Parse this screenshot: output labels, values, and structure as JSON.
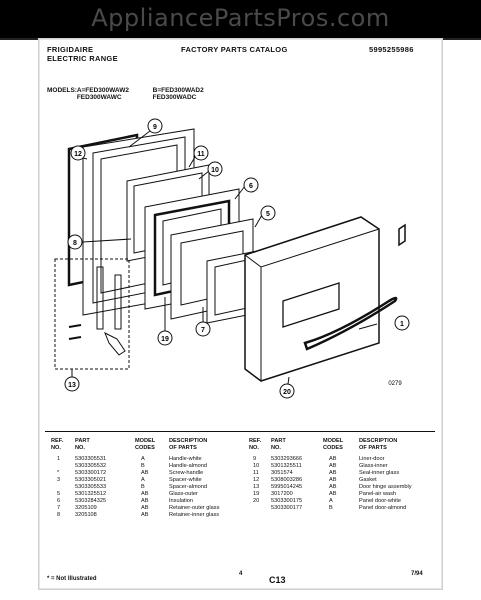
{
  "banner": {
    "text": "AppliancePartsPros.com"
  },
  "header": {
    "brand_line1": "FRIGIDAIRE",
    "brand_line2": "ELECTRIC RANGE",
    "catalog_title": "FACTORY PARTS CATALOG",
    "catalog_number": "5995255986"
  },
  "models": {
    "label": "MODELS:",
    "a1": "A=FED300WAW2",
    "b1": "B=FED300WAD2",
    "a2": "FED300WAWC",
    "b2": "FED300WADC"
  },
  "callouts": [
    "9",
    "12",
    "11",
    "10",
    "6",
    "8",
    "5",
    "1",
    "19",
    "7",
    "20",
    "13"
  ],
  "diagram_code": "0279",
  "parts_table": {
    "headers": {
      "ref": "REF.",
      "no": "NO.",
      "part": "PART",
      "partno": "NO.",
      "model": "MODEL",
      "codes": "CODES",
      "desc": "DESCRIPTION",
      "ofparts": "OF PARTS"
    },
    "left": [
      {
        "ref": "1",
        "part": "5303305531",
        "code": "A",
        "desc": "Handle-white"
      },
      {
        "ref": "",
        "part": "5303305532",
        "code": "B",
        "desc": "Handle-almond"
      },
      {
        "ref": "*",
        "part": "5303300172",
        "code": "AB",
        "desc": "Screw-handle"
      },
      {
        "ref": "3",
        "part": "5303305021",
        "code": "A",
        "desc": "Spacer-white"
      },
      {
        "ref": "",
        "part": "5303305533",
        "code": "B",
        "desc": "Spacer-almond"
      },
      {
        "ref": "5",
        "part": "5301325512",
        "code": "AB",
        "desc": "Glass-outer"
      },
      {
        "ref": "6",
        "part": "5303284325",
        "code": "AB",
        "desc": "Insulation"
      },
      {
        "ref": "7",
        "part": "3205109",
        "code": "AB",
        "desc": "Retainer-outer glass"
      },
      {
        "ref": "8",
        "part": "3205108",
        "code": "AB",
        "desc": "Retainer-inner glass"
      }
    ],
    "right": [
      {
        "ref": "9",
        "part": "5303293666",
        "code": "AB",
        "desc": "Liner-door"
      },
      {
        "ref": "10",
        "part": "5301325511",
        "code": "AB",
        "desc": "Glass-inner"
      },
      {
        "ref": "11",
        "part": "3051574",
        "code": "AB",
        "desc": "Seal-inner glass"
      },
      {
        "ref": "12",
        "part": "5308003286",
        "code": "AB",
        "desc": "Gasket"
      },
      {
        "ref": "13",
        "part": "5995014245",
        "code": "AB",
        "desc": "Door hinge assembly"
      },
      {
        "ref": "19",
        "part": "3017200",
        "code": "AB",
        "desc": "Panel-air wash"
      },
      {
        "ref": "20",
        "part": "5303300175",
        "code": "A",
        "desc": "Panel door-white"
      },
      {
        "ref": "",
        "part": "5303300177",
        "code": "B",
        "desc": "Panel door-almond"
      }
    ]
  },
  "footer": {
    "note": "* = Not Illustrated",
    "page_number": "4",
    "page_code": "C13",
    "date": "7/94"
  }
}
